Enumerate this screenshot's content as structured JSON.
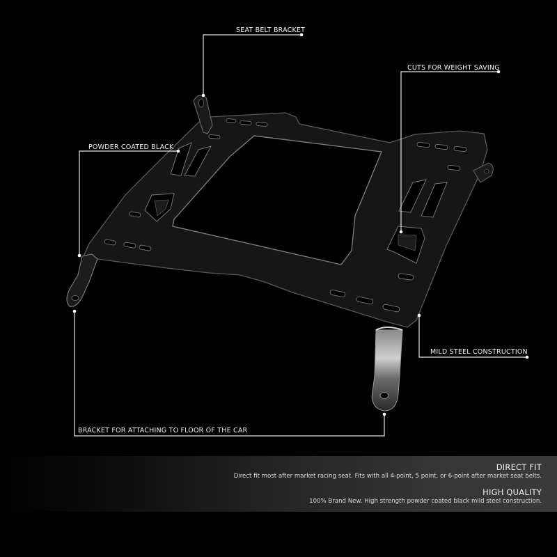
{
  "callouts": [
    {
      "id": "seat-belt-bracket",
      "label": "SEAT BELT BRACKET"
    },
    {
      "id": "cuts-for-weight-saving",
      "label": "CUTS FOR WEIGHT SAVING"
    },
    {
      "id": "powder-coated-black",
      "label": "POWDER COATED BLACK"
    },
    {
      "id": "mild-steel-construction",
      "label": "MILD STEEL CONSTRUCTION"
    },
    {
      "id": "bracket-floor",
      "label": "BRACKET FOR ATTACHING TO FLOOR OF THE CAR"
    }
  ],
  "features": [
    {
      "title": "DIRECT FIT",
      "description": "Direct fit most after market racing seat. Fits with all 4-point, 5 point, or 6-point after market seat belts."
    },
    {
      "title": "HIGH QUALITY",
      "description": "100% Brand New. High strength powder coated black mild steel construction."
    }
  ],
  "colors": {
    "background": "#000000",
    "frame": "#1a1a1a",
    "frame_edge": "#6e6e6e",
    "callout_line": "#e6e6e6"
  }
}
